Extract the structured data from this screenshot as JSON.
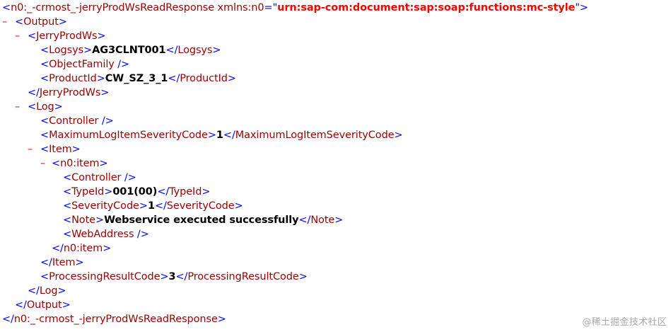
{
  "colors": {
    "bracket": "#0000ff",
    "tag": "#990000",
    "attr_value": "#ff0000",
    "toggle": "#ff0000",
    "text": "#000000",
    "watermark": "#a9a9a9"
  },
  "xml": {
    "toggle_symbol": "–",
    "root": {
      "tag": "n0:_-crmost_-jerryProdWsReadResponse",
      "attr_name": "xmlns:n0",
      "attr_value": "urn:sap-com:document:sap:soap:functions:mc-style"
    },
    "output_tag": "Output",
    "jerry_prod_ws_tag": "JerryProdWs",
    "logsys": {
      "tag": "Logsys",
      "value": "AG3CLNT001"
    },
    "object_family_tag": "ObjectFamily",
    "product_id": {
      "tag": "ProductId",
      "value": "CW_SZ_3_1"
    },
    "log_tag": "Log",
    "controller_tag": "Controller",
    "max_severity": {
      "tag": "MaximumLogItemSeverityCode",
      "value": "1"
    },
    "item_tag": "Item",
    "n0_item_tag": "n0:item",
    "type_id": {
      "tag": "TypeId",
      "value": "001(00)"
    },
    "severity_code": {
      "tag": "SeverityCode",
      "value": "1"
    },
    "note": {
      "tag": "Note",
      "value": "Webservice executed successfully"
    },
    "web_address_tag": "WebAddress",
    "processing_result": {
      "tag": "ProcessingResultCode",
      "value": "3"
    }
  },
  "watermark": "@稀土掘金技术社区"
}
